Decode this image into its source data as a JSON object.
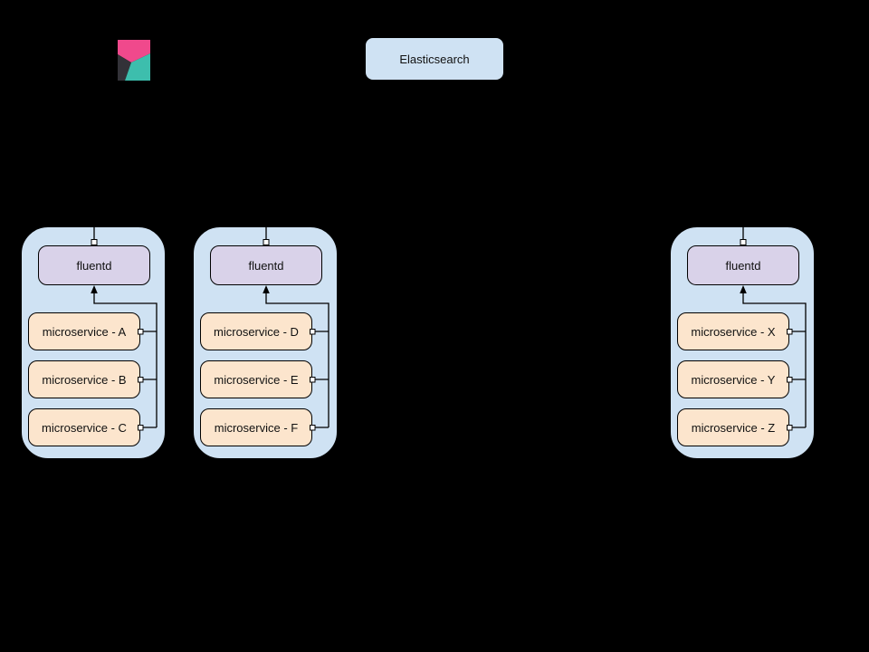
{
  "elasticsearch": {
    "label": "Elasticsearch"
  },
  "kibana": {
    "icon": "kibana-logo"
  },
  "clusters": [
    {
      "fluentd_label": "fluentd",
      "services": [
        "microservice - A",
        "microservice - B",
        "microservice - C"
      ]
    },
    {
      "fluentd_label": "fluentd",
      "services": [
        "microservice - D",
        "microservice - E",
        "microservice - F"
      ]
    },
    {
      "fluentd_label": "fluentd",
      "services": [
        "microservice - X",
        "microservice - Y",
        "microservice - Z"
      ]
    }
  ],
  "colors": {
    "background": "#000000",
    "stroke": "#000000",
    "text": "#111111",
    "cluster_fill": "#cfe2f3",
    "elasticsearch_fill": "#cfe2f3",
    "fluentd_fill": "#d9d2e9",
    "microservice_fill": "#fce5cd",
    "connector_point_fill": "#ffffff",
    "kibana_pink": "#f0498c",
    "kibana_dark": "#333238",
    "kibana_teal": "#3dbead"
  }
}
